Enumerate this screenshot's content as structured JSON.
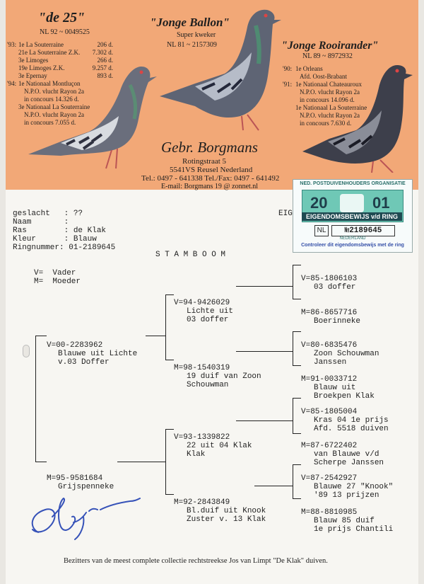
{
  "header": {
    "left_pigeon": {
      "name": "\"de 25\"",
      "ring": "NL 92 ~ 0049525",
      "results": [
        {
          "year": "'93:",
          "place": "1e La Souterraine",
          "val": "206 d."
        },
        {
          "year": "",
          "place": "21e La Souterraine Z.K.",
          "val": "7.302 d."
        },
        {
          "year": "",
          "place": "3e Limoges",
          "val": "266 d."
        },
        {
          "year": "",
          "place": "19e Limoges Z.K.",
          "val": "9.257 d."
        },
        {
          "year": "",
          "place": "3e Epernay",
          "val": "893 d."
        }
      ],
      "extra": [
        {
          "year": "'94:",
          "line": "1e Nationaal Montluçon"
        },
        {
          "year": "",
          "line": "N.P.O. vlucht Rayon 2a"
        },
        {
          "year": "",
          "line": "in concours 14.326 d."
        },
        {
          "year": "",
          "line": "3e Nationaal La Souterraine"
        },
        {
          "year": "",
          "line": "N.P.O. vlucht Rayon 2a"
        },
        {
          "year": "",
          "line": "in concours 7.055 d."
        }
      ]
    },
    "center_pigeon": {
      "name": "\"Jonge Ballon\"",
      "subtitle": "Super kweker",
      "ring": "NL 81 ~ 2157309"
    },
    "right_pigeon": {
      "name": "\"Jonge Rooirander\"",
      "ring": "NL 89 ~ 8972932",
      "lines": [
        {
          "year": "'90:",
          "line": "1e Orleans"
        },
        {
          "year": "",
          "line": "Afd. Oost-Brabant"
        },
        {
          "year": "'91:",
          "line": "1e Nationaal Chateauroux"
        },
        {
          "year": "",
          "line": "N.P.O. vlucht Rayon 2a"
        },
        {
          "year": "",
          "line": "in concours 14.096 d."
        },
        {
          "year": "",
          "line": "1e Nationaal La Souterraine"
        },
        {
          "year": "",
          "line": "N.P.O. vlucht Rayon 2a"
        },
        {
          "year": "",
          "line": "in concours 7.630 d."
        }
      ]
    },
    "owner": {
      "name": "Gebr. Borgmans",
      "street": "Rotingstraat 5",
      "city": "5541VS Reusel Nederland",
      "phone": "Tel.: 0497 - 641338  Tel./Fax: 0497 - 641492",
      "email": "E-mail: Borgmans 19 @ zonnet.nl"
    }
  },
  "sticker": {
    "org": "NED. POSTDUIVENHOUDERS ORGANISATIE",
    "year_left": "20",
    "year_right": "01",
    "title": "EIGENDOMSBEWIJS v/d RING",
    "nl": "NL",
    "number": "№2189645",
    "country": "NEDERLAND",
    "note": "Controleer dit eigendomsbewijs met de ring"
  },
  "form": {
    "geslacht": "geslacht   : ??",
    "naam": "Naam       :",
    "ras": "Ras        : de Klak",
    "kleur": "Kleur      : Blauw",
    "ring": "Ringnummer: 01-2189645",
    "eig": "EIG",
    "stamboom": "S T A M B O O M",
    "legend_v": "V=  Vader",
    "legend_m": "M=  Moeder"
  },
  "pedigree": {
    "v": [
      "V=00-2283962",
      "Blauwe uit Lichte",
      "v.03 Doffer"
    ],
    "m": [
      "M=95-9581684",
      "Grijspenneke"
    ],
    "vv": [
      "V=94-9426029",
      "Lichte uit",
      "03 doffer"
    ],
    "vm": [
      "M=98-1540319",
      "19 duif van Zoon",
      "Schouwman"
    ],
    "mv": [
      "V=93-1339822",
      "22 uit 04 Klak",
      "Klak"
    ],
    "mm": [
      "M=92-2843849",
      "Bl.duif uit Knook",
      "Zuster v. 13 Klak"
    ],
    "vvv": [
      "V=85-1806103",
      "03 doffer"
    ],
    "vvm": [
      "M=86-8657716",
      "Boerinneke"
    ],
    "vmv": [
      "V=80-6835476",
      "Zoon Schouwman",
      "Janssen"
    ],
    "vmm": [
      "M=91-0033712",
      "Blauw uit",
      "Broekpen Klak"
    ],
    "mvv": [
      "V=85-1805004",
      "Kras 04 1e prijs",
      "Afd. 5518 duiven"
    ],
    "mvm": [
      "M=87-6722402",
      "van Blauwe v/d",
      "Scherpe Janssen"
    ],
    "mmv": [
      "V=87-2542927",
      "Blauwe 27 \"Knook\"",
      "'89 13 prijzen"
    ],
    "mmm": [
      "M=88-8810985",
      "Blauw 85 duif",
      "1e prijs Chantili"
    ]
  },
  "footer": "Bezitters van de meest complete collectie rechtstreekse Jos van Limpt \"De Klak\" duiven."
}
